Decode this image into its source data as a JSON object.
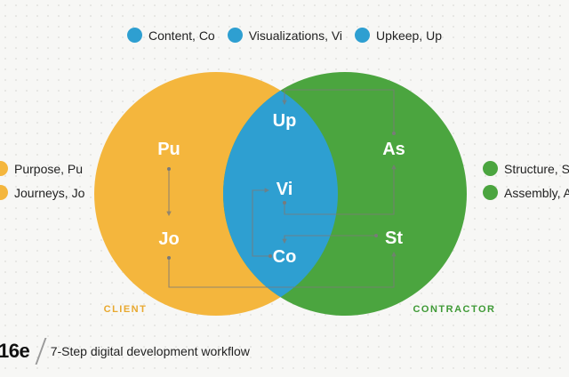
{
  "colors": {
    "client": "#F4B63D",
    "contractor": "#4BA53F",
    "shared": "#2E9FD1",
    "client_label": "#E8A82E",
    "contractor_label": "#3F9A36"
  },
  "legend_top": [
    {
      "label": "Content, Co",
      "color": "#2E9FD1"
    },
    {
      "label": "Visualizations, Vi",
      "color": "#2E9FD1"
    },
    {
      "label": "Upkeep, Up",
      "color": "#2E9FD1"
    }
  ],
  "legend_left": [
    {
      "label": "Purpose, Pu",
      "color": "#F4B63D"
    },
    {
      "label": "Journeys, Jo",
      "color": "#F4B63D"
    }
  ],
  "legend_right": [
    {
      "label": "Structure, S",
      "color": "#4BA53F"
    },
    {
      "label": "Assembly, A",
      "color": "#4BA53F"
    }
  ],
  "sets": {
    "client": "CLIENT",
    "contractor": "CONTRACTOR"
  },
  "nodes": {
    "pu": "Pu",
    "jo": "Jo",
    "up": "Up",
    "vi": "Vi",
    "co": "Co",
    "as": "As",
    "st": "St"
  },
  "footer": {
    "logo": "16e",
    "caption": "7-Step digital development workflow"
  }
}
